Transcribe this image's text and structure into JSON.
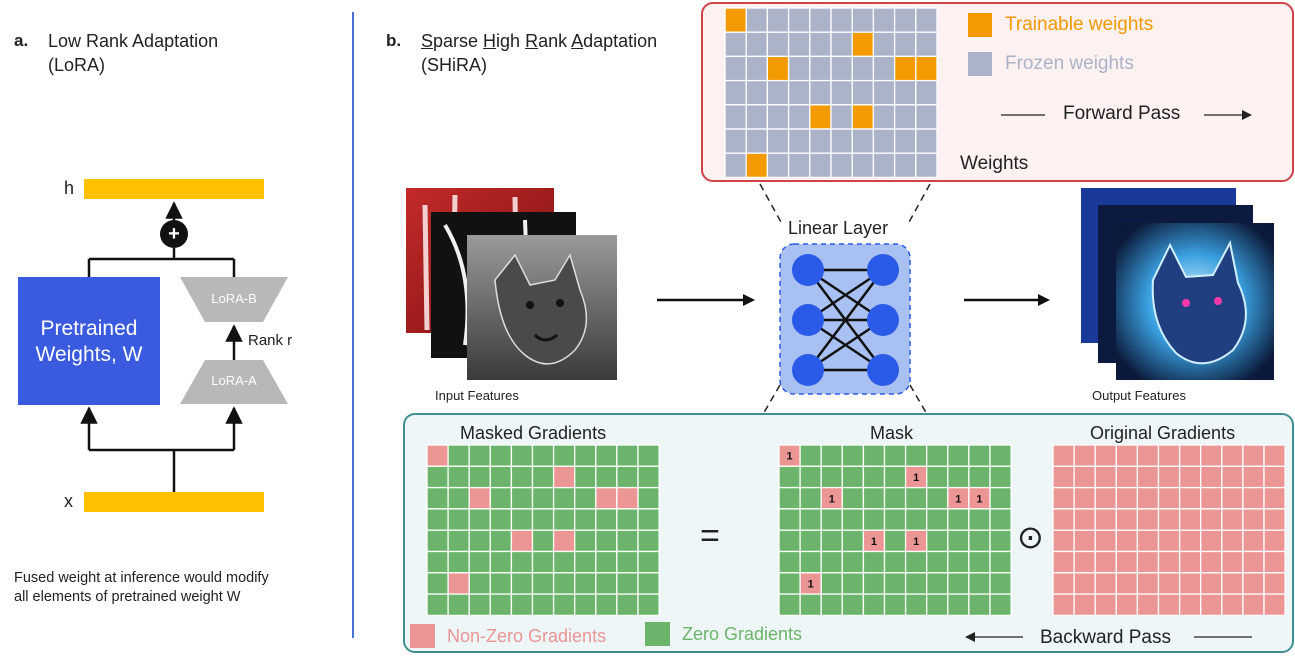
{
  "panel_a": {
    "letter": "a.",
    "title_line1": "Low Rank Adaptation",
    "title_line2": "(LoRA)",
    "h_label": "h",
    "x_label": "x",
    "plus_symbol": "+",
    "pretrained_line1": "Pretrained",
    "pretrained_line2": "Weights, W",
    "lora_b": "LoRA-B",
    "lora_a": "LoRA-A",
    "rank_label": "Rank r",
    "note_line1": "Fused weight at inference would modify",
    "note_line2": "all elements of pretrained weight W"
  },
  "panel_b": {
    "letter": "b.",
    "title_parts": [
      "S",
      "parse ",
      "H",
      "igh ",
      "R",
      "ank ",
      "A",
      "daptation"
    ],
    "title_line2": "(SHiRA)",
    "legend_trainable": "Trainable weights",
    "legend_frozen": "Frozen weights",
    "forward_pass": "Forward Pass",
    "weights_label": "Weights",
    "linear_layer": "Linear Layer",
    "input_features": "Input Features",
    "output_features": "Output Features",
    "masked_gradients": "Masked Gradients",
    "mask": "Mask",
    "original_gradients": "Original Gradients",
    "equals_symbol": "=",
    "hadamard_symbol": "⊙",
    "mask_one": "1",
    "legend_nonzero": "Non-Zero Gradients",
    "legend_zero": "Zero Gradients",
    "backward_pass": "Backward Pass"
  },
  "colors": {
    "yellow": "#ffc000",
    "blue_box": "#3a5be0",
    "lora_gray": "#b8b8b8",
    "orange": "#f29a00",
    "frozen": "#aab3c8",
    "pink": "#ec9595",
    "green": "#6cb46c",
    "red_border": "#d2424b",
    "teal_border": "#3f8f8f",
    "teal_bg": "#eef6f8",
    "red_bg": "#fdf1f1",
    "nn_blue": "#2a5be8",
    "nn_bg": "#a9c0f2"
  },
  "weight_grid": {
    "rows": 7,
    "cols": 10,
    "trainable": [
      [
        0,
        0
      ],
      [
        1,
        6
      ],
      [
        2,
        2
      ],
      [
        2,
        8
      ],
      [
        2,
        9
      ],
      [
        4,
        4
      ],
      [
        4,
        6
      ],
      [
        6,
        1
      ]
    ]
  },
  "grad_grid": {
    "rows": 8,
    "cols": 11,
    "nonzero": [
      [
        0,
        0
      ],
      [
        1,
        6
      ],
      [
        2,
        2
      ],
      [
        2,
        8
      ],
      [
        2,
        9
      ],
      [
        4,
        4
      ],
      [
        4,
        6
      ],
      [
        6,
        1
      ]
    ]
  }
}
